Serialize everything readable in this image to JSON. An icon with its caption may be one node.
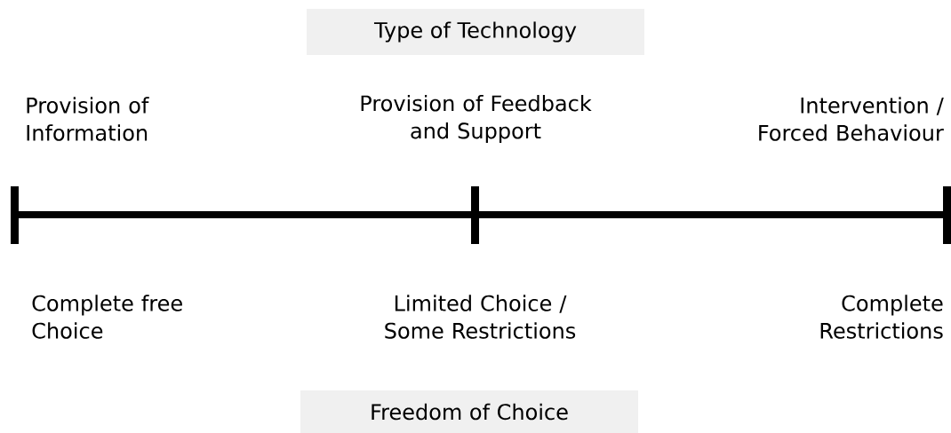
{
  "diagram": {
    "nodes": [
      {
        "text": [
          "Type of Technology"
        ]
      },
      {
        "text": [
          "Freedom of Choice"
        ]
      }
    ],
    "labels": [
      "Provision of Information",
      "Provision of Feedback and Support",
      "Intervention / Forced Behaviour",
      "Complete free Choice",
      "Limited Choice / Some Restrictions",
      "Complete Restrictions"
    ]
  }
}
